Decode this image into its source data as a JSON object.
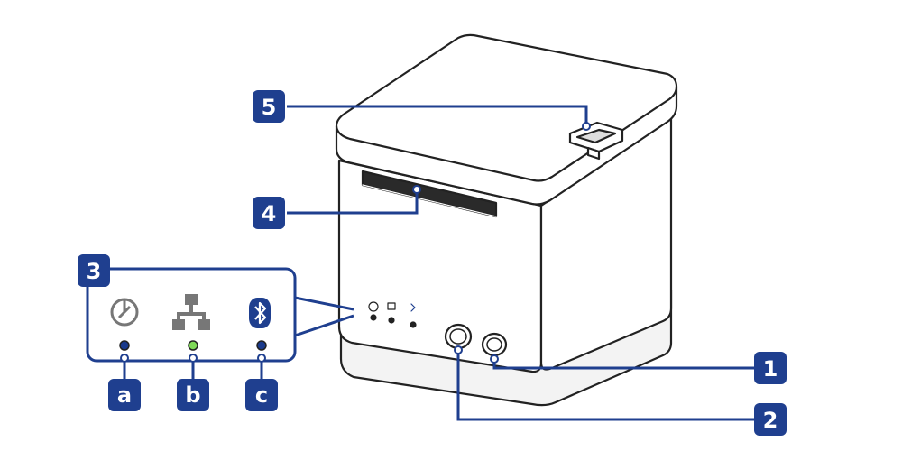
{
  "callouts": [
    {
      "id": "1",
      "label": "1"
    },
    {
      "id": "2",
      "label": "2"
    },
    {
      "id": "3",
      "label": "3"
    },
    {
      "id": "4",
      "label": "4"
    },
    {
      "id": "5",
      "label": "5"
    }
  ],
  "indicators": [
    {
      "id": "a",
      "label": "a",
      "icon": "power-icon",
      "led_color": "#1a3a8c"
    },
    {
      "id": "b",
      "label": "b",
      "icon": "network-icon",
      "led_color": "#7ed957"
    },
    {
      "id": "c",
      "label": "c",
      "icon": "bluetooth-icon",
      "led_color": "#1a3a8c"
    }
  ],
  "colors": {
    "callout_bg": "#1f3f8f",
    "leader_line": "#1f3f8f",
    "outline": "#222222",
    "body_fill": "#ffffff",
    "top_fill": "#ffffff",
    "shadow": "#e4e4e4"
  }
}
